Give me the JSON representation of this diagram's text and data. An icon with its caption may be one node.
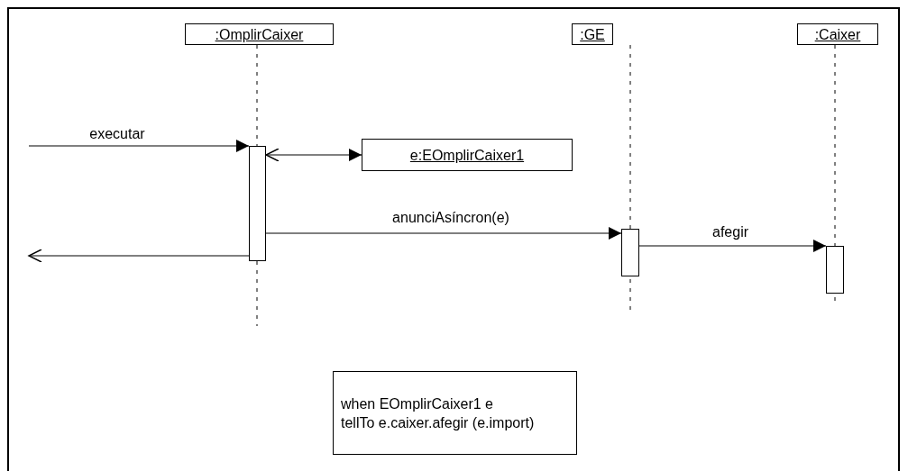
{
  "diagram": {
    "nodes": [
      {
        "text": [
          ":OmplirCaixer"
        ]
      },
      {
        "text": [
          ":GE"
        ]
      },
      {
        "text": [
          ":Caixer"
        ]
      },
      {
        "text": [],
        "shape": "bar"
      },
      {
        "text": [
          "e:EOmplirCaixer1"
        ]
      },
      {
        "text": [],
        "shape": "bar"
      },
      {
        "text": [],
        "shape": "bar"
      },
      {
        "text": [
          "when EOmplirCaixer1 e",
          "tellTo e.caixer.afegir (e.import)"
        ]
      }
    ],
    "edges": [
      {
        "from": null,
        "to": 3,
        "arrow": "to",
        "label": "executar"
      },
      {
        "from": 3,
        "to": 4,
        "arrow": "both"
      },
      {
        "from": 3,
        "to": 5,
        "arrow": "to",
        "label": "anunciAsíncron(e)"
      },
      {
        "from": 5,
        "to": 6,
        "arrow": "to",
        "label": "afegir"
      },
      {
        "from": 3,
        "to": null,
        "arrow": "to"
      }
    ]
  }
}
